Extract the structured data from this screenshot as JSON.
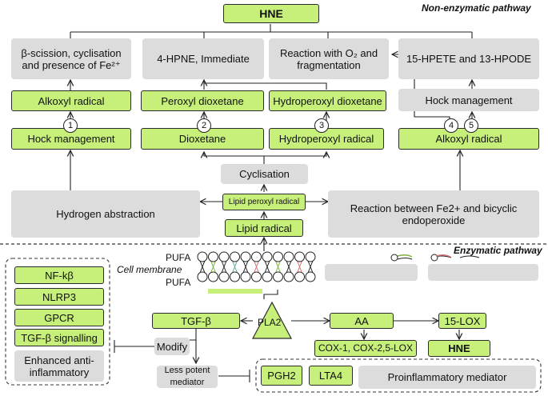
{
  "headers": {
    "top": "Non-enzymatic pathway",
    "bottom": "Enzymatic pathway"
  },
  "hne_top": "HNE",
  "row1": {
    "beta_scission": "β-scission, cyclisation and presence of Fe²⁺",
    "hpne": "4-HPNE, Immediate",
    "reaction_o2": "Reaction with O₂ and fragmentation",
    "hpete": "15-HPETE and 13-HPODE"
  },
  "row2": {
    "alkoxyl_left": "Alkoxyl radical",
    "peroxyl_dioxetane": "Peroxyl dioxetane",
    "hydroperoxyl_dioxetane": "Hydroperoxyl dioxetane",
    "hock_right": "Hock management"
  },
  "row3": {
    "hock_left": "Hock management",
    "dioxetane": "Dioxetane",
    "hydroperoxyl_radical": "Hydroperoxyl radical",
    "alkoxyl_right": "Alkoxyl radical"
  },
  "circles": [
    "1",
    "2",
    "3",
    "4",
    "5"
  ],
  "cyclisation": "Cyclisation",
  "hydrogen_abstraction": "Hydrogen abstraction",
  "lipid_peroxyl_radical": "Lipid peroxyl radical",
  "reaction_fe2": "Reaction between Fe2+ and bicyclic endoperoxide",
  "lipid_radical": "Lipid radical",
  "membrane": {
    "pufa_top": "PUFA",
    "cell_membrane": "Cell membrane",
    "pufa_bottom": "PUFA"
  },
  "left_panel": {
    "items": [
      "NF-kβ",
      "NLRP3",
      "GPCR",
      "TGF-β signalling"
    ],
    "note": "Enhanced anti-inflammatory"
  },
  "enzymatic": {
    "tgf": "TGF-β",
    "pla2": "PLA2",
    "aa": "AA",
    "lox15": "15-LOX",
    "modify": "Modify",
    "cox": "COX-1, COX-2,5-LOX",
    "hne": "HNE",
    "less_potent": "Less potent mediator",
    "pgh2": "PGH2",
    "lta4": "LTA4",
    "proinflammatory": "Proinflammatory mediator"
  },
  "colors": {
    "green": "#c6f07a",
    "grey": "#dcdcdc",
    "border": "#2b2b2b"
  }
}
